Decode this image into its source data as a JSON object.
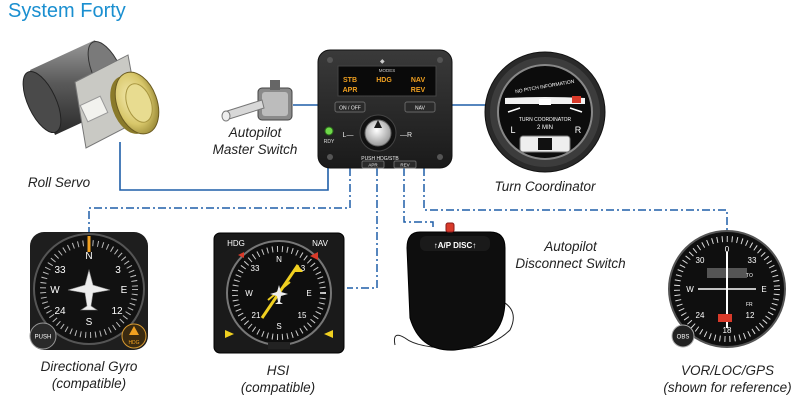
{
  "title": "System Forty",
  "captions": {
    "roll_servo": "Roll Servo",
    "master_switch_l1": "Autopilot",
    "master_switch_l2": "Master Switch",
    "turn_coordinator": "Turn Coordinator",
    "disconnect_l1": "Autopilot",
    "disconnect_l2": "Disconnect  Switch",
    "dg_l1": "Directional Gyro",
    "dg_l2": "(compatible)",
    "hsi_l1": "HSI",
    "hsi_l2": "(compatible)",
    "vor_l1": "VOR/LOC/GPS",
    "vor_l2": "(shown for reference)"
  },
  "controller": {
    "modes_label": "MODES",
    "modes": [
      "STB",
      "HDG",
      "NAV",
      "APR",
      "REV"
    ],
    "btn_on_off": "ON / OFF",
    "btn_nav": "NAV",
    "btn_apr": "APR",
    "btn_rev": "REV",
    "rdy": "RDY",
    "knob_left": "L—",
    "knob_right": "—R",
    "push_label": "PUSH HDG/STB"
  },
  "turn_coord": {
    "top_text": "NO PITCH INFORMATION",
    "label": "TURN COORDINATOR",
    "sub": "2 MIN",
    "left": "L",
    "right": "R"
  },
  "disconnect": {
    "label": "↑A/P DISC↑"
  },
  "dg": {
    "push": "PUSH",
    "hdg": "HDG"
  },
  "hsi": {
    "hdg": "HDG",
    "nav": "NAV"
  },
  "vor": {
    "obs": "OBS"
  },
  "colors": {
    "title": "#1a8fd0",
    "wire": "#1f5fa8",
    "mode_text": "#f0a020",
    "accent_red": "#d83a2a"
  }
}
